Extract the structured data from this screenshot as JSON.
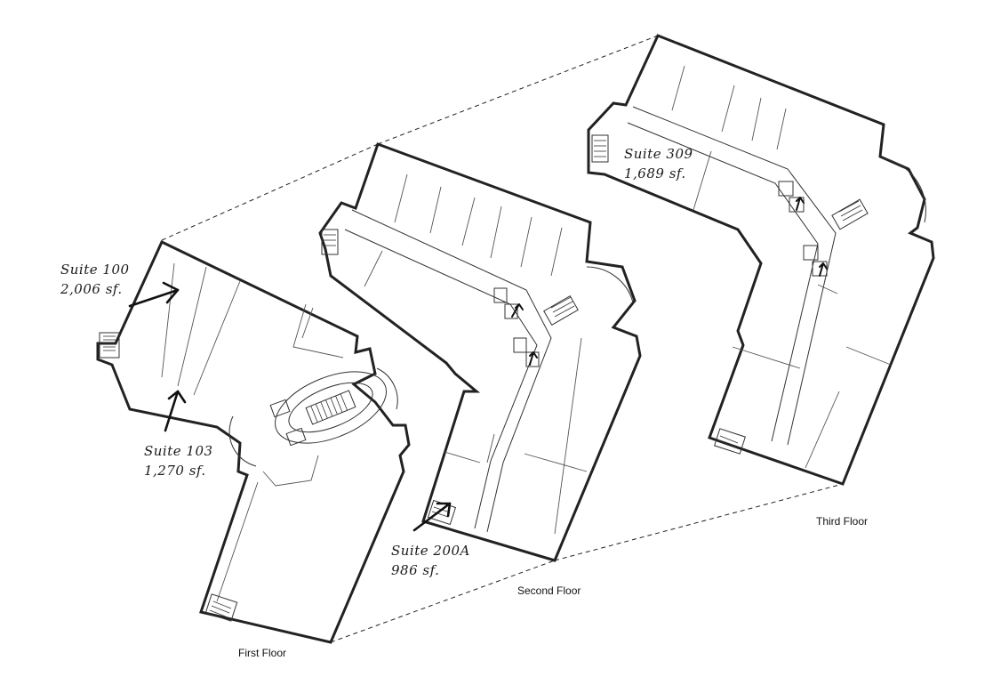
{
  "floors": [
    {
      "label": "First Floor"
    },
    {
      "label": "Second Floor"
    },
    {
      "label": "Third Floor"
    }
  ],
  "suites": [
    {
      "name": "Suite 100",
      "area": "2,006 sf."
    },
    {
      "name": "Suite 103",
      "area": "1,270 sf."
    },
    {
      "name": "Suite 200A",
      "area": "986 sf."
    },
    {
      "name": "Suite 309",
      "area": "1,689 sf."
    }
  ],
  "colors": {
    "lines": "#222222",
    "background": "#ffffff"
  }
}
